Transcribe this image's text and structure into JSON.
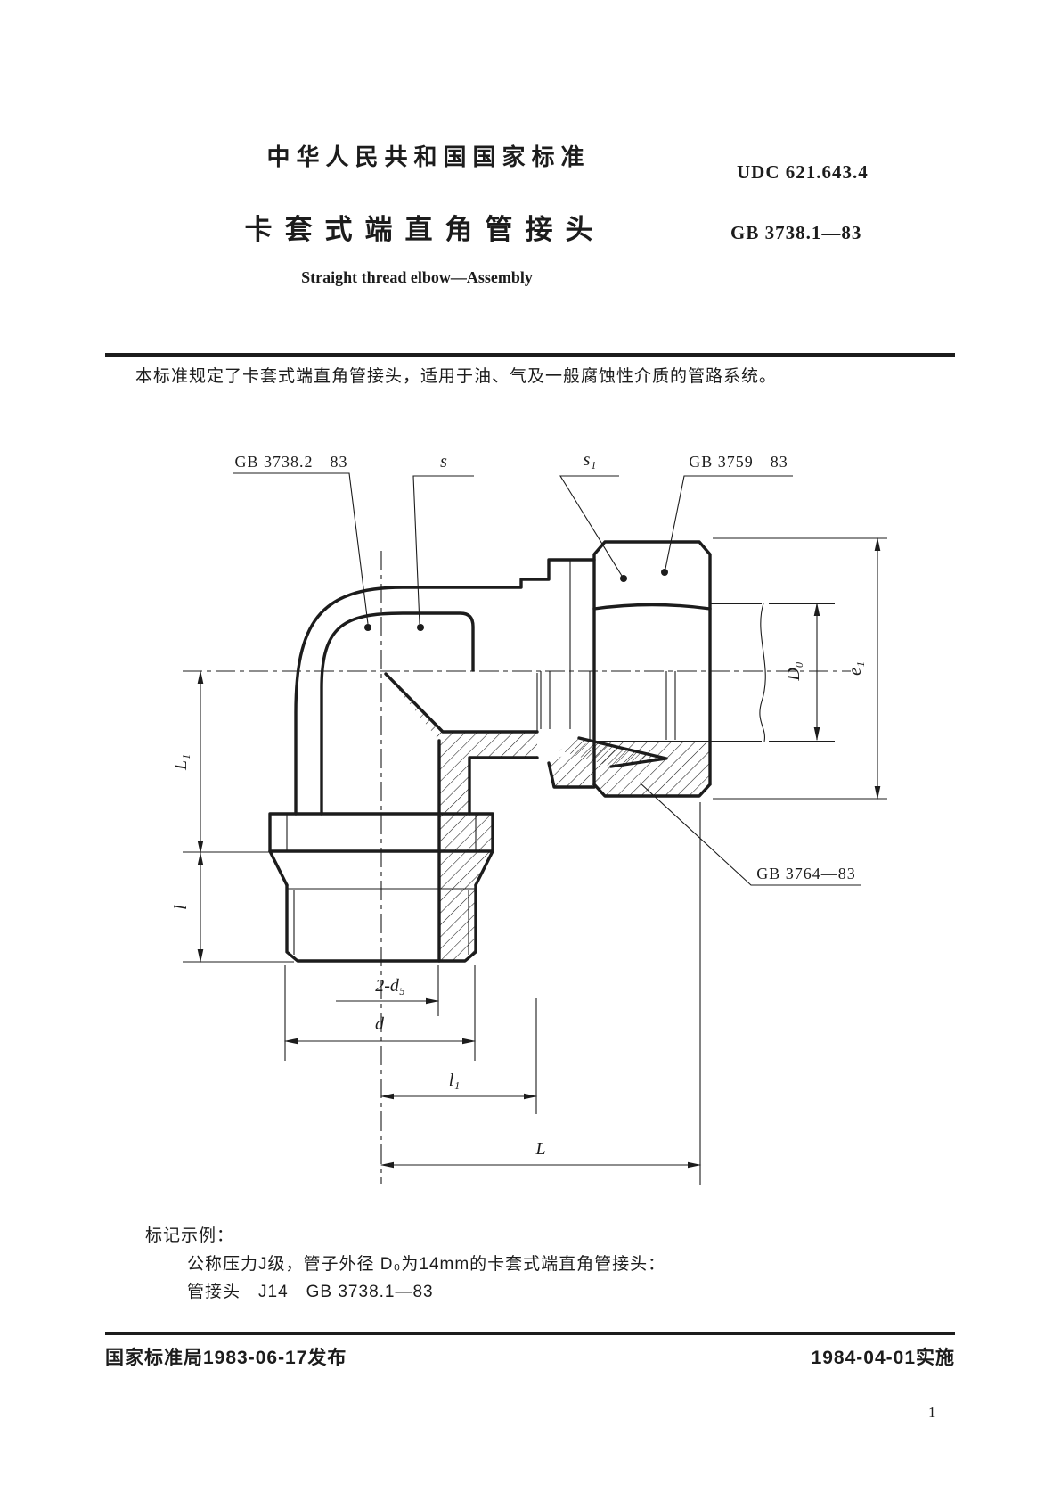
{
  "page": {
    "background": "#ffffff",
    "ink": "#1c1c1c"
  },
  "header": {
    "standard_title": "中华人民共和国国家标准",
    "udc": "UDC  621.643.4",
    "title_cn": "卡套式端直角管接头",
    "standard_no": "GB  3738.1—83",
    "title_en": "Straight thread elbow—Assembly"
  },
  "intro": {
    "scope": "本标准规定了卡套式端直角管接头，适用于油、气及一般腐蚀性介质的管路系统。"
  },
  "figure": {
    "leaders": {
      "body_standard": "GB 3738.2—83",
      "wrench_s": "s",
      "wrench_s1": "s₁",
      "nut_standard": "GB 3759—83",
      "ferrule_standard": "GB 3764—83"
    },
    "dimensions": {
      "L1": "L₁",
      "l": "l",
      "D0": "D₀",
      "e1": "e₁",
      "two_d5": "2-d₅",
      "d": "d",
      "l1": "l₁",
      "L": "L"
    }
  },
  "marking": {
    "heading": "标记示例：",
    "example_line1": "公称压力J级，管子外径 D₀为14mm的卡套式端直角管接头：",
    "example_line2": "管接头　J14　GB 3738.1—83"
  },
  "footer": {
    "issued": "国家标准局1983-06-17发布",
    "effective": "1984-04-01实施",
    "page_number": "1"
  }
}
